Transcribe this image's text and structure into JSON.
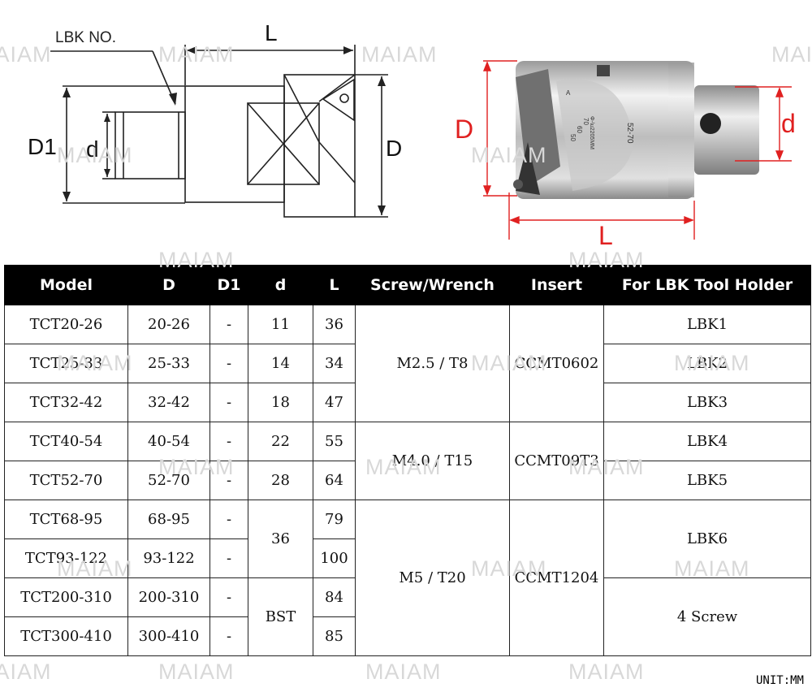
{
  "drawing": {
    "lbk_no_label": "LBK NO.",
    "L_label": "L",
    "D1_label": "D1",
    "d_label": "d",
    "D_label": "D"
  },
  "photo": {
    "D_label": "D",
    "d_label": "d",
    "L_label": "L",
    "engraving": "52-70",
    "scale_numbers": [
      "70",
      "60",
      "50"
    ],
    "scale_unit": "Φ-\\u2205MM",
    "arrow_mark": "A"
  },
  "table": {
    "headers": [
      "Model",
      "D",
      "D1",
      "d",
      "L",
      "Screw/Wrench",
      "Insert",
      "For LBK Tool Holder"
    ],
    "rows": [
      {
        "model": "TCT20-26",
        "D": "20-26",
        "D1": "-",
        "L": "36"
      },
      {
        "model": "TCT25-33",
        "D": "25-33",
        "D1": "-",
        "L": "34"
      },
      {
        "model": "TCT32-42",
        "D": "32-42",
        "D1": "-",
        "L": "47"
      },
      {
        "model": "TCT40-54",
        "D": "40-54",
        "D1": "-",
        "L": "55"
      },
      {
        "model": "TCT52-70",
        "D": "52-70",
        "D1": "-",
        "L": "64"
      },
      {
        "model": "TCT68-95",
        "D": "68-95",
        "D1": "-",
        "L": "79"
      },
      {
        "model": "TCT93-122",
        "D": "93-122",
        "D1": "-",
        "L": "100"
      },
      {
        "model": "TCT200-310",
        "D": "200-310",
        "D1": "-",
        "L": "84"
      },
      {
        "model": "TCT300-410",
        "D": "300-410",
        "D1": "-",
        "L": "85"
      }
    ],
    "d_values": [
      "11",
      "14",
      "18",
      "22",
      "28",
      "36",
      "BST"
    ],
    "screws": [
      "M2.5 / T8",
      "M4.0 / T15",
      "M5 / T20"
    ],
    "inserts": [
      "CCMT0602",
      "CCMT09T3",
      "CCMT1204"
    ],
    "holders": [
      "LBK1",
      "LBK2",
      "LBK3",
      "LBK4",
      "LBK5",
      "LBK6",
      "4 Screw"
    ]
  },
  "unit": "UNIT:MM",
  "watermark": "MAIAM",
  "colors": {
    "dimension_red": "#e02020",
    "header_bg": "#000000",
    "line": "#222222"
  }
}
